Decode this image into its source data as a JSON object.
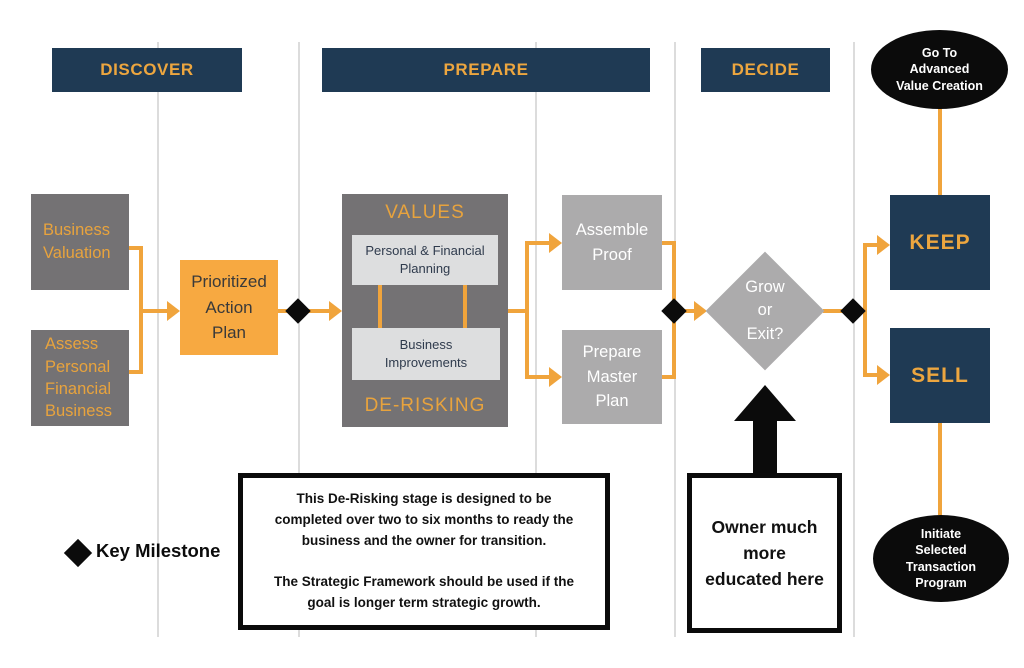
{
  "palette": {
    "navy": "#1F3A54",
    "gold_text": "#EDA63F",
    "orange_fill": "#F7A941",
    "orange_line": "#F0A43C",
    "dark_gray": "#747274",
    "mid_gray": "#ACABAC",
    "light_gray": "#DDDEDF",
    "black": "#0B0B0B",
    "divider_gray": "#DCDCDC"
  },
  "headers": {
    "discover": "DISCOVER",
    "prepare": "PREPARE",
    "decide": "DECIDE"
  },
  "terminals": {
    "go_to_advanced": "Go To\nAdvanced\nValue Creation",
    "initiate_program": "Initiate\nSelected\nTransaction\nProgram"
  },
  "discover_lane": {
    "business_valuation": "Business\nValuation",
    "assess": "Assess\nPersonal\nFinancial\nBusiness",
    "prioritized_action_plan": "Prioritized\nAction\nPlan"
  },
  "prepare_lane": {
    "values": "VALUES",
    "personal_financial_planning": "Personal & Financial\nPlanning",
    "business_improvements": "Business\nImprovements",
    "derisking": "DE-RISKING",
    "assemble_proof": "Assemble\nProof",
    "prepare_master_plan": "Prepare\nMaster\nPlan"
  },
  "decide_lane": {
    "grow_or_exit": "Grow\nor\nExit?",
    "owner_note": "Owner much\nmore\neducated here"
  },
  "outcomes": {
    "keep": "KEEP",
    "sell": "SELL"
  },
  "notes": {
    "derisking_note": "This De-Risking stage is designed to be\ncompleted over two to six months to ready the\nbusiness and the owner for transition.\n\nThe Strategic Framework should be used if the\ngoal is longer term strategic growth."
  },
  "legend": {
    "key_milestone": "Key Milestone"
  }
}
